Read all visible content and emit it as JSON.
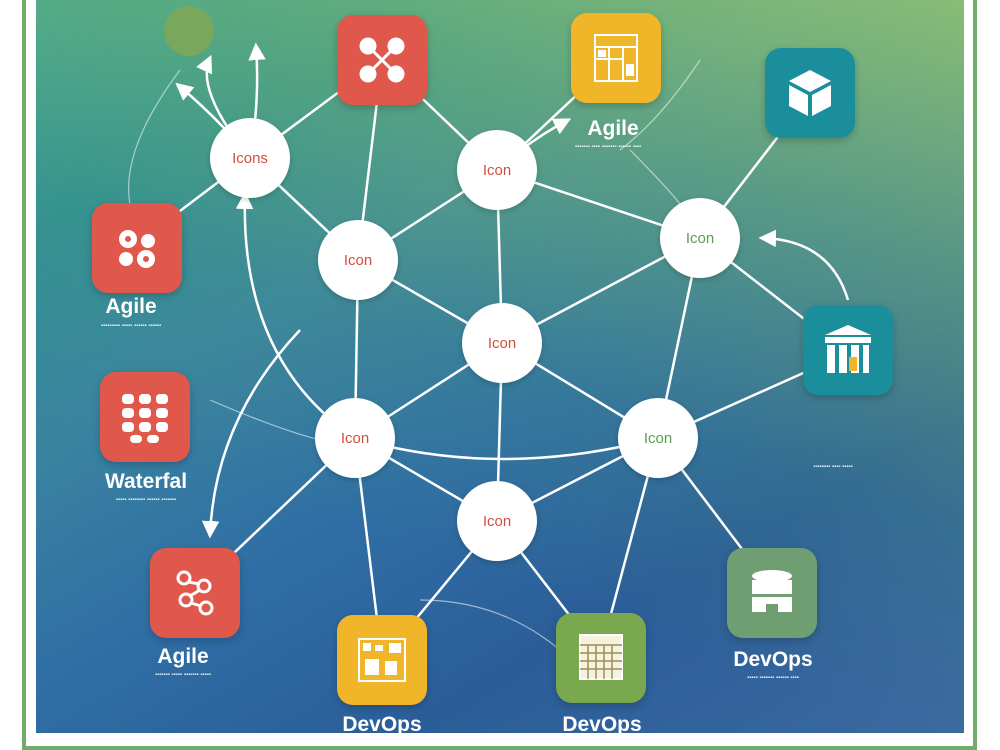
{
  "colors": {
    "red_tile": "#e0574b",
    "yellow_tile": "#f1b52a",
    "teal_tile": "#1b8e9c",
    "olive_tile": "#7aa84e",
    "sage_tile": "#6f9e73",
    "red_text": "#d0503f",
    "green_text": "#5e9a55",
    "line": "#ffffff"
  },
  "nodes": [
    {
      "id": "n1",
      "label": "Icons",
      "color": "red"
    },
    {
      "id": "n2",
      "label": "Icon",
      "color": "red"
    },
    {
      "id": "n3",
      "label": "Icon",
      "color": "red"
    },
    {
      "id": "n4",
      "label": "Icon",
      "color": "green"
    },
    {
      "id": "n5",
      "label": "Icon",
      "color": "red"
    },
    {
      "id": "n6",
      "label": "Icon",
      "color": "red"
    },
    {
      "id": "n7",
      "label": "Icon",
      "color": "green"
    },
    {
      "id": "n8",
      "label": "Icon",
      "color": "red"
    }
  ],
  "tiles": [
    {
      "id": "t-top-red",
      "icon": "network-icon",
      "color": "red"
    },
    {
      "id": "t-top-yellow",
      "icon": "board-icon",
      "color": "yellow"
    },
    {
      "id": "t-top-teal",
      "icon": "cube-icon",
      "color": "teal"
    },
    {
      "id": "t-left-agile",
      "icon": "gears-icon",
      "color": "red"
    },
    {
      "id": "t-left-waterfall",
      "icon": "grid-icon",
      "color": "red"
    },
    {
      "id": "t-right-teal",
      "icon": "building-icon",
      "color": "teal"
    },
    {
      "id": "t-bottom-red",
      "icon": "molecule-icon",
      "color": "red"
    },
    {
      "id": "t-bottom-yellow",
      "icon": "kanban-icon",
      "color": "yellow"
    },
    {
      "id": "t-bottom-olive",
      "icon": "calendar-icon",
      "color": "olive"
    },
    {
      "id": "t-bottom-sage",
      "icon": "database-icon",
      "color": "sage"
    }
  ],
  "labels": {
    "agile_top": "Agile",
    "agile_left": "Agile",
    "waterfall": "Waterfal",
    "agile_bottom": "Agile",
    "devops_bottom_1": "DevOps",
    "devops_bottom_2": "DevOps",
    "devops_right": "DevOps"
  },
  "fine_text": {
    "under_agile_top": "▪▪▪▪▪▪▪ ▪▪▪▪ ▪▪▪▪▪▪▪ ▪▪▪▪▪▪ ▪▪▪▪",
    "under_agile_left": "▪▪▪▪▪▪▪▪▪ ▪▪▪▪▪ ▪▪▪▪▪▪ ▪▪▪▪▪▪",
    "under_waterfall": "▪▪▪▪▪ ▪▪▪▪▪▪▪▪ ▪▪▪▪▪▪ ▪▪▪▪▪▪▪",
    "under_agile_bottom": "▪▪▪▪▪▪▪ ▪▪▪▪▪ ▪▪▪▪▪▪▪ ▪▪▪▪▪",
    "right_note": "▪▪▪▪▪▪▪▪ ▪▪▪▪ ▪▪▪▪▪",
    "under_devops_right": "▪▪▪▪▪ ▪▪▪▪▪▪▪ ▪▪▪▪▪▪ ▪▪▪▪"
  }
}
